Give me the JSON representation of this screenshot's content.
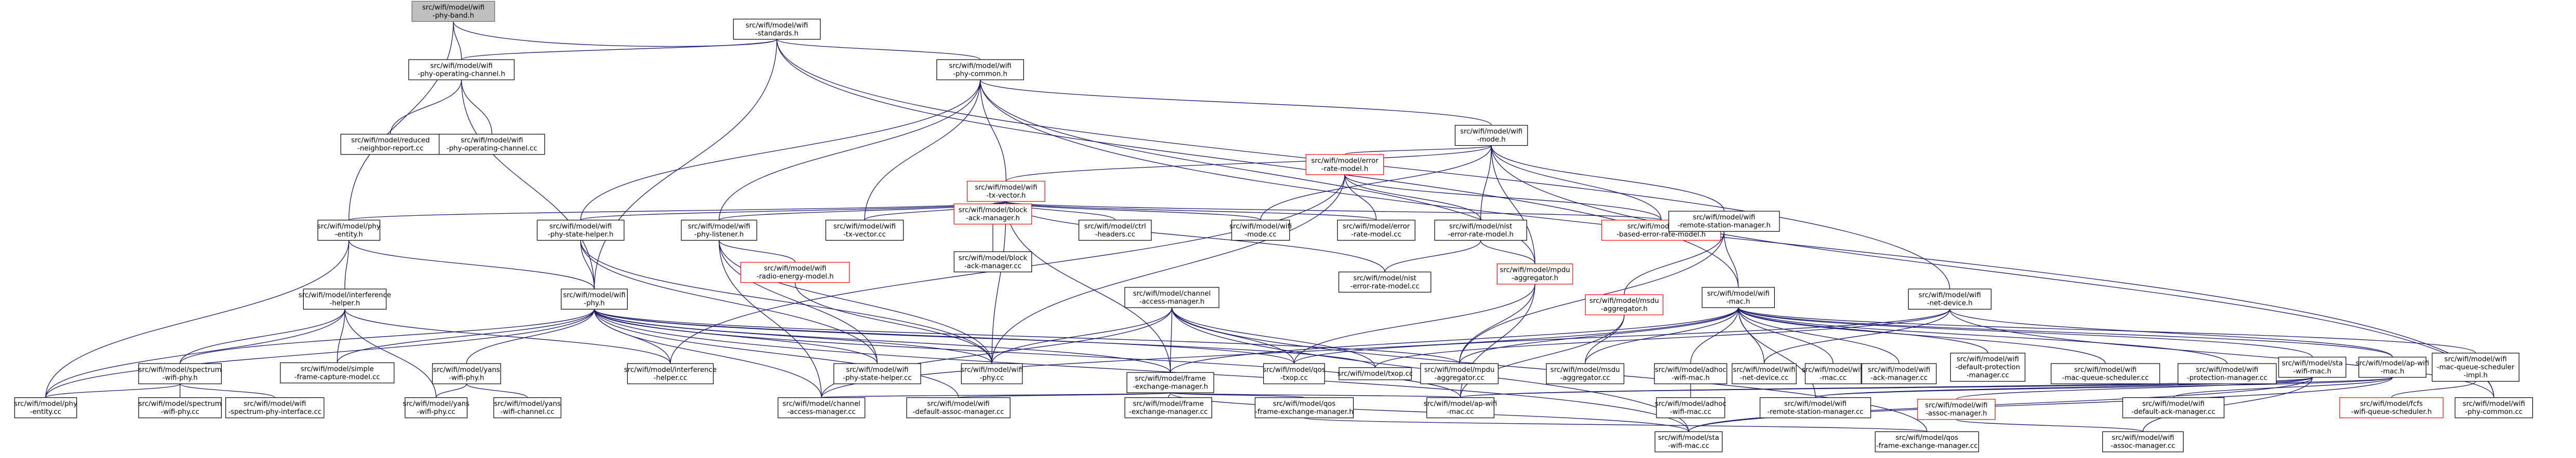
{
  "nodes": [
    {
      "id": "band",
      "lines": [
        "src/wifi/model/wifi",
        "-phy-band.h"
      ],
      "style": "root"
    },
    {
      "id": "standards",
      "lines": [
        "src/wifi/model/wifi",
        "-standards.h"
      ]
    },
    {
      "id": "phyopch",
      "lines": [
        "src/wifi/model/wifi",
        "-phy-operating-channel.h"
      ]
    },
    {
      "id": "phycommonh",
      "lines": [
        "src/wifi/model/wifi",
        "-phy-common.h"
      ]
    },
    {
      "id": "modeh",
      "lines": [
        "src/wifi/model/wifi",
        "-mode.h"
      ]
    },
    {
      "id": "txvectorh",
      "lines": [
        "src/wifi/model/wifi",
        "-tx-vector.h"
      ],
      "style": "red"
    },
    {
      "id": "phyentityh",
      "lines": [
        "src/wifi/model/phy",
        "-entity.h"
      ]
    },
    {
      "id": "statehelperh",
      "lines": [
        "src/wifi/model/wifi",
        "-phy-state-helper.h"
      ]
    },
    {
      "id": "listenerh",
      "lines": [
        "src/wifi/model/wifi",
        "-phy-listener.h"
      ]
    },
    {
      "id": "txvectorcc",
      "lines": [
        "src/wifi/model/wifi",
        "-tx-vector.cc"
      ]
    },
    {
      "id": "blockackh",
      "lines": [
        "src/wifi/model/block",
        "-ack-manager.h"
      ],
      "style": "red"
    },
    {
      "id": "ctrlheaders",
      "lines": [
        "src/wifi/model/ctrl",
        "-headers.cc"
      ]
    },
    {
      "id": "modecc",
      "lines": [
        "src/wifi/model/wifi",
        "-mode.cc"
      ]
    },
    {
      "id": "errorrateh",
      "lines": [
        "src/wifi/model/error",
        "-rate-model.h"
      ],
      "style": "red"
    },
    {
      "id": "errorratecc",
      "lines": [
        "src/wifi/model/error",
        "-rate-model.cc"
      ]
    },
    {
      "id": "nisth",
      "lines": [
        "src/wifi/model/nist",
        "-error-rate-model.h"
      ]
    },
    {
      "id": "tableh",
      "lines": [
        "src/wifi/model/table",
        "-based-error-rate-model.h"
      ],
      "style": "red"
    },
    {
      "id": "remoteh",
      "lines": [
        "src/wifi/model/wifi",
        "-remote-station-manager.h"
      ]
    },
    {
      "id": "reducedcc",
      "lines": [
        "src/wifi/model/reduced",
        "-neighbor-report.cc"
      ]
    },
    {
      "id": "phyopcc",
      "lines": [
        "src/wifi/model/wifi",
        "-phy-operating-channel.cc"
      ]
    },
    {
      "id": "interfh",
      "lines": [
        "src/wifi/model/interference",
        "-helper.h"
      ]
    },
    {
      "id": "phyh",
      "lines": [
        "src/wifi/model/wifi",
        "-phy.h"
      ]
    },
    {
      "id": "energyh",
      "lines": [
        "src/wifi/model/wifi",
        "-radio-energy-model.h"
      ],
      "style": "red"
    },
    {
      "id": "blockackcc",
      "lines": [
        "src/wifi/model/block",
        "-ack-manager.cc"
      ]
    },
    {
      "id": "channelh",
      "lines": [
        "src/wifi/model/channel",
        "-access-manager.h"
      ]
    },
    {
      "id": "nistcc",
      "lines": [
        "src/wifi/model/nist",
        "-error-rate-model.cc"
      ]
    },
    {
      "id": "mpduaggh",
      "lines": [
        "src/wifi/model/mpdu",
        "-aggregator.h"
      ],
      "style": "red"
    },
    {
      "id": "msduaggh",
      "lines": [
        "src/wifi/model/msdu",
        "-aggregator.h"
      ],
      "style": "red"
    },
    {
      "id": "mach",
      "lines": [
        "src/wifi/model/wifi",
        "-mac.h"
      ]
    },
    {
      "id": "netdeviceh",
      "lines": [
        "src/wifi/model/wifi",
        "-net-device.h"
      ]
    },
    {
      "id": "spectrumh",
      "lines": [
        "src/wifi/model/spectrum",
        "-wifi-phy.h"
      ]
    },
    {
      "id": "simplecc",
      "lines": [
        "src/wifi/model/simple",
        "-frame-capture-model.cc"
      ]
    },
    {
      "id": "yansh",
      "lines": [
        "src/wifi/model/yans",
        "-wifi-phy.h"
      ]
    },
    {
      "id": "interfcc",
      "lines": [
        "src/wifi/model/interference",
        "-helper.cc"
      ]
    },
    {
      "id": "statehelpercc",
      "lines": [
        "src/wifi/model/wifi",
        "-phy-state-helper.cc"
      ]
    },
    {
      "id": "phycc",
      "lines": [
        "src/wifi/model/wifi",
        "-phy.cc"
      ]
    },
    {
      "id": "frameexh",
      "lines": [
        "src/wifi/model/frame",
        "-exchange-manager.h"
      ]
    },
    {
      "id": "qostxopcc",
      "lines": [
        "src/wifi/model/qos",
        "-txop.cc"
      ]
    },
    {
      "id": "txopcc",
      "lines": [
        "src/wifi/model/txop.cc"
      ]
    },
    {
      "id": "mpduaggcc",
      "lines": [
        "src/wifi/model/mpdu",
        "-aggregator.cc"
      ]
    },
    {
      "id": "msduaggcc",
      "lines": [
        "src/wifi/model/msdu",
        "-aggregator.cc"
      ]
    },
    {
      "id": "adhoch",
      "lines": [
        "src/wifi/model/adhoc",
        "-wifi-mac.h"
      ]
    },
    {
      "id": "netdevicecc",
      "lines": [
        "src/wifi/model/wifi",
        "-net-device.cc"
      ]
    },
    {
      "id": "maccc",
      "lines": [
        "src/wifi/model/wifi",
        "-mac.cc"
      ]
    },
    {
      "id": "ackmgrcc",
      "lines": [
        "src/wifi/model/wifi",
        "-ack-manager.cc"
      ]
    },
    {
      "id": "defprotcc",
      "lines": [
        "src/wifi/model/wifi",
        "-default-protection",
        "-manager.cc"
      ]
    },
    {
      "id": "macqschedcc",
      "lines": [
        "src/wifi/model/wifi",
        "-mac-queue-scheduler.cc"
      ]
    },
    {
      "id": "protmgrcc",
      "lines": [
        "src/wifi/model/wifi",
        "-protection-manager.cc"
      ]
    },
    {
      "id": "stah",
      "lines": [
        "src/wifi/model/sta",
        "-wifi-mac.h"
      ]
    },
    {
      "id": "aph",
      "lines": [
        "src/wifi/model/ap-wifi",
        "-mac.h"
      ]
    },
    {
      "id": "schedimplh",
      "lines": [
        "src/wifi/model/wifi",
        "-mac-queue-scheduler",
        "-impl.h"
      ]
    },
    {
      "id": "phycommoncc",
      "lines": [
        "src/wifi/model/wifi",
        "-phy-common.cc"
      ]
    },
    {
      "id": "phyentitycc",
      "lines": [
        "src/wifi/model/phy",
        "-entity.cc"
      ]
    },
    {
      "id": "spectrumcc",
      "lines": [
        "src/wifi/model/spectrum",
        "-wifi-phy.cc"
      ]
    },
    {
      "id": "spectrumif",
      "lines": [
        "src/wifi/model/wifi",
        "-spectrum-phy-interface.cc"
      ]
    },
    {
      "id": "yanscc",
      "lines": [
        "src/wifi/model/yans",
        "-wifi-phy.cc"
      ]
    },
    {
      "id": "yanschcc",
      "lines": [
        "src/wifi/model/yans",
        "-wifi-channel.cc"
      ]
    },
    {
      "id": "channelcc",
      "lines": [
        "src/wifi/model/channel",
        "-access-manager.cc"
      ]
    },
    {
      "id": "defassoccc",
      "lines": [
        "src/wifi/model/wifi",
        "-default-assoc-manager.cc"
      ]
    },
    {
      "id": "frameexcc",
      "lines": [
        "src/wifi/model/frame",
        "-exchange-manager.cc"
      ]
    },
    {
      "id": "qosfemh",
      "lines": [
        "src/wifi/model/qos",
        "-frame-exchange-manager.h"
      ]
    },
    {
      "id": "apcc",
      "lines": [
        "src/wifi/model/ap-wifi",
        "-mac.cc"
      ]
    },
    {
      "id": "adhoccc",
      "lines": [
        "src/wifi/model/adhoc",
        "-wifi-mac.cc"
      ]
    },
    {
      "id": "remotecc",
      "lines": [
        "src/wifi/model/wifi",
        "-remote-station-manager.cc"
      ]
    },
    {
      "id": "assoch",
      "lines": [
        "src/wifi/model/wifi",
        "-assoc-manager.h"
      ],
      "style": "red"
    },
    {
      "id": "defackcc",
      "lines": [
        "src/wifi/model/wifi",
        "-default-ack-manager.cc"
      ]
    },
    {
      "id": "fcfsh",
      "lines": [
        "src/wifi/model/fcfs",
        "-wifi-queue-scheduler.h"
      ],
      "style": "red"
    },
    {
      "id": "stacc",
      "lines": [
        "src/wifi/model/sta",
        "-wifi-mac.cc"
      ]
    },
    {
      "id": "qosfemcc",
      "lines": [
        "src/wifi/model/qos",
        "-frame-exchange-manager.cc"
      ]
    },
    {
      "id": "assoccc",
      "lines": [
        "src/wifi/model/wifi",
        "-assoc-manager.cc"
      ]
    }
  ]
}
